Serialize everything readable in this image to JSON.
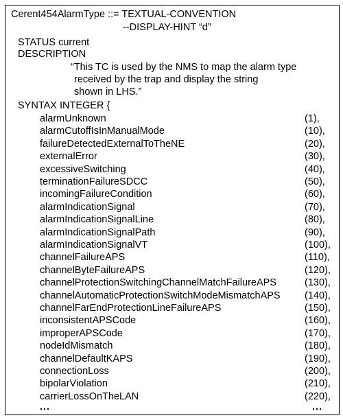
{
  "header": {
    "type_line": "Cerent454AlarmType ::= TEXTUAL-CONVENTION",
    "hint_line": "--DISPLAY-HINT “d”",
    "status_line": "STATUS current",
    "description_label": "DESCRIPTION",
    "description_lines": [
      "“This TC is used by the NMS to map the alarm type",
      "received by the trap and display the string",
      "shown in LHS.”"
    ],
    "syntax_line": "SYNTAX INTEGER {"
  },
  "entries": [
    {
      "name": "alarmUnknown",
      "code": "(1),"
    },
    {
      "name": "alarmCutoffIsInManualMode",
      "code": "(10),"
    },
    {
      "name": "failureDetectedExternalToTheNE",
      "code": "(20),"
    },
    {
      "name": "externalError",
      "code": "(30),"
    },
    {
      "name": "excessiveSwitching",
      "code": "(40),"
    },
    {
      "name": "terminationFailureSDCC",
      "code": "(50),"
    },
    {
      "name": "incomingFailureCondition",
      "code": "(60),"
    },
    {
      "name": "alarmIndicationSignal",
      "code": "(70),"
    },
    {
      "name": "alarmIndicationSignalLine",
      "code": "(80),"
    },
    {
      "name": "alarmIndicationSignalPath",
      "code": "(90),"
    },
    {
      "name": "alarmIndicationSignalVT",
      "code": "(100),"
    },
    {
      "name": "channelFailureAPS",
      "code": "(110),"
    },
    {
      "name": "channelByteFailureAPS",
      "code": "(120),"
    },
    {
      "name": "channelProtectionSwitchingChannelMatchFailureAPS",
      "code": "(130),"
    },
    {
      "name": "channelAutomaticProtectionSwitchModeMismatchAPS",
      "code": "(140),"
    },
    {
      "name": "channelFarEndProtectionLineFailureAPS",
      "code": "(150),"
    },
    {
      "name": "inconsistentAPSCode",
      "code": "(160),"
    },
    {
      "name": "improperAPSCode",
      "code": "(170),"
    },
    {
      "name": "nodeIdMismatch",
      "code": "(180),"
    },
    {
      "name": "channelDefaultKAPS",
      "code": "(190),"
    },
    {
      "name": "connectionLoss",
      "code": "(200),"
    },
    {
      "name": "bipolarViolation",
      "code": "(210),"
    },
    {
      "name": "carrierLossOnTheLAN",
      "code": "(220),"
    }
  ],
  "footer": {
    "ellipsis_left": "...",
    "ellipsis_right": "..."
  }
}
